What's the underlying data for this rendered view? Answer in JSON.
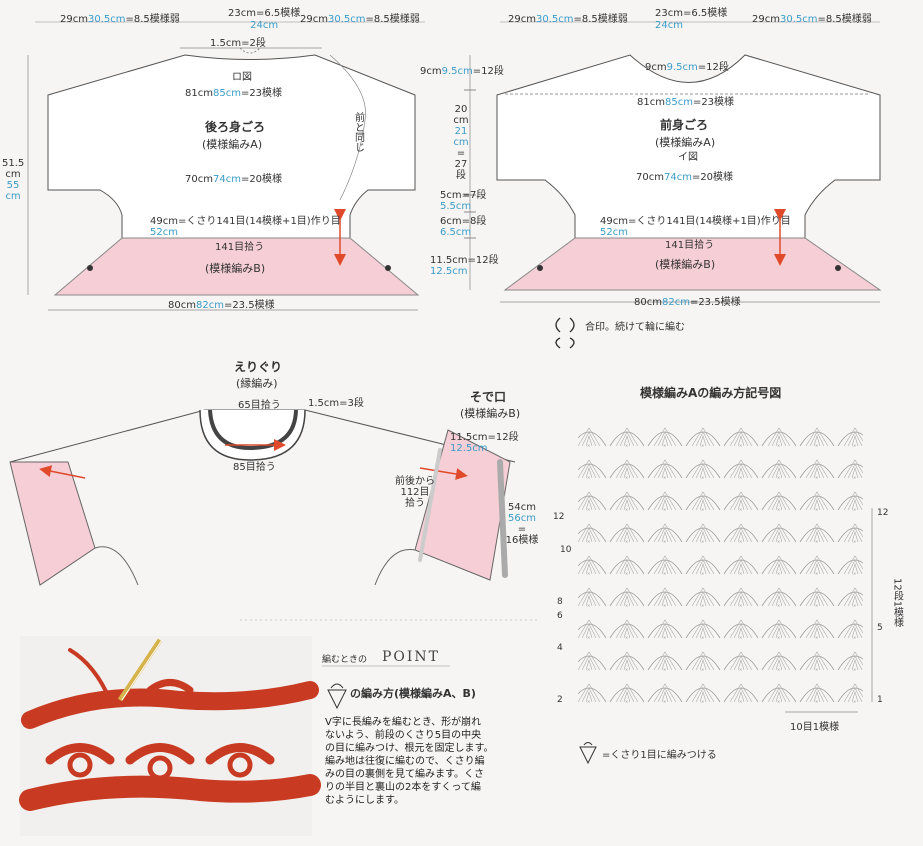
{
  "back_body": {
    "top_left": [
      "29cm",
      "30.5cm",
      "=8.5模様弱"
    ],
    "top_mid": [
      "23cm",
      "24cm",
      "=6.5模様"
    ],
    "top_right": [
      "29cm",
      "30.5cm",
      "=8.5模様弱"
    ],
    "neck_rows": "1.5cm=2段",
    "ro_label": "ロ図",
    "width_81": [
      "81cm",
      "85cm",
      "=23模様"
    ],
    "title": "後ろ身ごろ",
    "pattern_a": "(模様編みA)",
    "same_as_front": "前と同じ",
    "width_70": [
      "70cm",
      "74cm",
      "=20模様"
    ],
    "chain": [
      "49cm",
      "52cm",
      "=くさり141目(14模様+1目)作り目"
    ],
    "pickup": "141目拾う",
    "pattern_b": "(模様編みB)",
    "bottom": [
      "80cm",
      "82cm",
      "=23.5模様"
    ],
    "height_left": [
      "51.5",
      "cm",
      "55",
      "cm"
    ]
  },
  "mid_dims": {
    "d1": [
      "9cm",
      "9.5cm",
      "=12段"
    ],
    "d2": [
      "20",
      "cm",
      "21",
      "cm",
      "=",
      "27",
      "段"
    ],
    "d3": [
      "5cm",
      "5.5cm",
      "=7段"
    ],
    "d4": [
      "6cm",
      "6.5cm",
      "=8段"
    ],
    "d5": [
      "11.5cm",
      "12.5cm",
      "=12段"
    ]
  },
  "front_body": {
    "top_left": [
      "29cm",
      "30.5cm",
      "=8.5模様弱"
    ],
    "top_mid": [
      "23cm",
      "24cm",
      "=6.5模様"
    ],
    "top_right": [
      "29cm",
      "30.5cm",
      "=8.5模様弱"
    ],
    "neck": [
      "9cm",
      "9.5cm",
      "=12段"
    ],
    "width_81": [
      "81cm",
      "85cm",
      "=23模様"
    ],
    "title": "前身ごろ",
    "pattern_a": "(模様編みA)",
    "i_label": "イ図",
    "width_70": [
      "70cm",
      "74cm",
      "=20模様"
    ],
    "chain": [
      "49cm",
      "52cm",
      "=くさり141目(14模様+1目)作り目"
    ],
    "pickup": "141目拾う",
    "pattern_b": "(模様編みB)",
    "bottom": [
      "80cm",
      "82cm",
      "=23.5模様"
    ]
  },
  "join_note": "合印。続けて輪に編む",
  "neckband": {
    "title": "えりぐり",
    "sub": "(縁編み)",
    "pick65": "65目拾う",
    "rows": "1.5cm=3段",
    "pick85": "85目拾う"
  },
  "cuff": {
    "title": "そで口",
    "sub": "(模様編みB)",
    "dim": [
      "11.5cm",
      "12.5cm",
      "=12段"
    ],
    "pick": "前後から\n112目\n拾う",
    "len": [
      "54cm",
      "56cm",
      "=",
      "16模様"
    ]
  },
  "chart": {
    "title": "模様編みAの編み方記号図",
    "left_rows": [
      "12",
      "10",
      "8",
      "6",
      "4",
      "2"
    ],
    "right_rows": [
      "12",
      "5",
      "1"
    ],
    "side_label": "12段1模様",
    "repeat": "10目1模様",
    "legend": "=くさり1目に編みつける"
  },
  "point": {
    "pre": "編むときの",
    "title": "POINT",
    "heading": "の編み方(模様編みA、B)",
    "body": "V字に長編みを編むとき、形が崩れ\nないよう、前段のくさり5目の中央\nの目に編みつけ、根元を固定します。\n編み地は往復に編むので、くさり編\nみの目の裏側を見て編みます。くさ\nりの半目と裏山の2本をすくって編\nむようにします。"
  },
  "colors": {
    "pink": "#f6cfd6",
    "blue": "#3a9cc8",
    "arrow": "#e04a2a",
    "yarn": "#c83b22"
  }
}
